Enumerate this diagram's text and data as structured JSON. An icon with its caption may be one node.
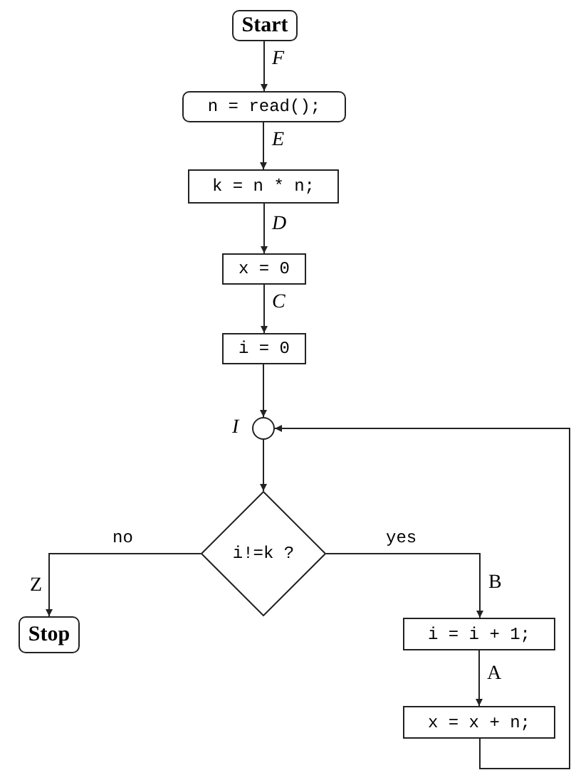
{
  "diagram": {
    "nodes": [
      {
        "text": [
          "Start"
        ]
      },
      {
        "text": [
          "n = read();"
        ]
      },
      {
        "text": [
          "k = n * n;"
        ]
      },
      {
        "text": [
          "x = 0"
        ]
      },
      {
        "text": [
          "i = 0"
        ]
      },
      {
        "text": [],
        "shape": "circle",
        "beside": [
          "I"
        ]
      },
      {
        "text": [
          "i!=k ?"
        ]
      },
      {
        "text": [
          "Stop"
        ]
      },
      {
        "text": [
          "i = i + 1;"
        ]
      },
      {
        "text": [
          "x = x + n;"
        ]
      }
    ],
    "edges": [
      {
        "from": 0,
        "to": 1,
        "arrow": "to",
        "label": "F"
      },
      {
        "from": 1,
        "to": 2,
        "arrow": "to",
        "label": "E"
      },
      {
        "from": 2,
        "to": 3,
        "arrow": "to",
        "label": "D"
      },
      {
        "from": 3,
        "to": 4,
        "arrow": "to",
        "label": "C"
      },
      {
        "from": 4,
        "to": 5,
        "arrow": "to"
      },
      {
        "from": 5,
        "to": 6,
        "arrow": "to"
      },
      {
        "from": 6,
        "to": 7,
        "arrow": "to",
        "label": "no"
      },
      {
        "from": 6,
        "to": 8,
        "arrow": "to",
        "label": "yes"
      },
      {
        "from": 8,
        "to": 9,
        "arrow": "to",
        "label": "A"
      },
      {
        "from": 9,
        "to": 5,
        "arrow": "to"
      }
    ],
    "labels": [
      "Z",
      "B"
    ]
  }
}
